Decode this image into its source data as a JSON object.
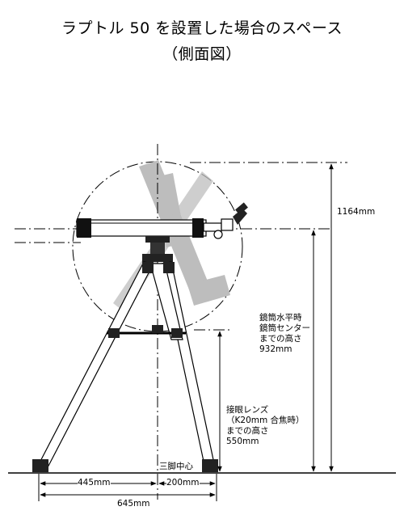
{
  "title": "ラプトル 50 を設置した場合のスペース",
  "subtitle": "（側面図）",
  "labels": {
    "total_height": "1164mm",
    "tube_center": [
      "鏡筒水平時",
      "鏡筒センター",
      "までの高さ",
      "932mm"
    ],
    "eyepiece": [
      "接眼レンズ",
      "（K20mm 合焦時）",
      "までの高さ",
      "550mm"
    ],
    "tripod_center": "三脚中心",
    "left_span": "445mm",
    "right_span": "200mm",
    "total_width": "645mm"
  }
}
